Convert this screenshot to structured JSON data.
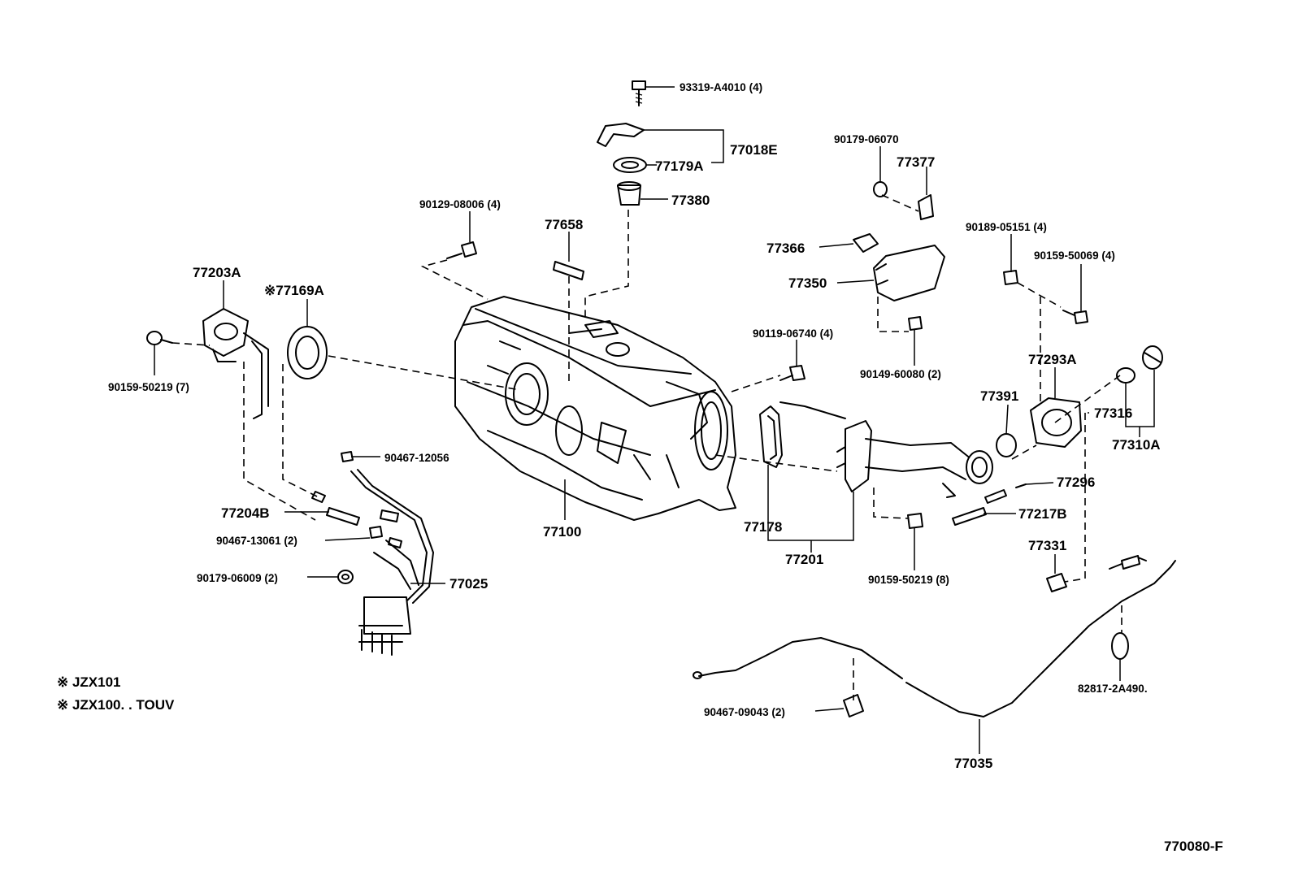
{
  "labels": {
    "p93319": "93319-A4010 (4)",
    "p77018E": "77018E",
    "p77179A": "77179A",
    "p77380": "77380",
    "p90129": "90129-08006 (4)",
    "p77658": "77658",
    "p77203A": "77203A",
    "p77169A": "※77169A",
    "p90159_7": "90159-50219 (7)",
    "p90467_12056": "90467-12056",
    "p77204B": "77204B",
    "p90467_13061": "90467-13061 (2)",
    "p90179_06009": "90179-06009 (2)",
    "p77025": "77025",
    "p77100": "77100",
    "p90179_06070": "90179-06070",
    "p77377": "77377",
    "p77366": "77366",
    "p77350": "77350",
    "p90119": "90119-06740 (4)",
    "p90149": "90149-60080 (2)",
    "p90189": "90189-05151 (4)",
    "p90159_4": "90159-50069 (4)",
    "p77293A": "77293A",
    "p77391": "77391",
    "p77316": "77316",
    "p77310A": "77310A",
    "p77296": "77296",
    "p77217B": "77217B",
    "p77178": "77178",
    "p77201": "77201",
    "p90159_8": "90159-50219 (8)",
    "p77331": "77331",
    "p82817": "82817-2A490.",
    "p90467_09043": "90467-09043 (2)",
    "p77035": "77035"
  },
  "notes": {
    "note1": "※ JZX101",
    "note2": "※ JZX100. . TOUV"
  },
  "figure_id": "770080-F"
}
